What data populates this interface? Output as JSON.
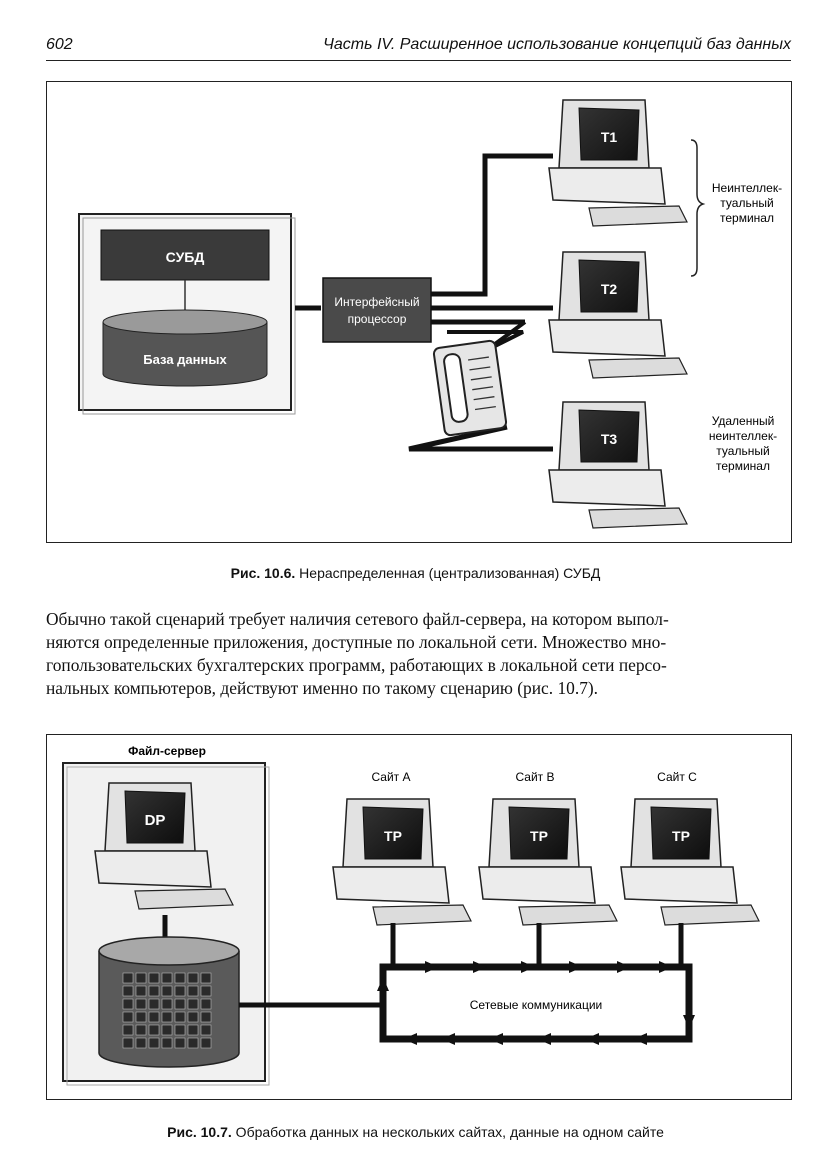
{
  "header": {
    "page_number": "602",
    "running_title": "Часть IV. Расширенное использование концепций баз данных"
  },
  "figure1": {
    "dbms_label": "СУБД",
    "database_label": "База данных",
    "interface_processor_line1": "Интерфейсный",
    "interface_processor_line2": "процессор",
    "terminals": [
      "T1",
      "T2",
      "T3"
    ],
    "dumb_terminal_label": [
      "Неинтеллек-",
      "туальный",
      "терминал"
    ],
    "remote_terminal_label": [
      "Удаленный",
      "неинтеллек-",
      "туальный",
      "терминал"
    ],
    "caption_number": "Рис. 10.6.",
    "caption_text": " Нераспределенная (централизованная) СУБД"
  },
  "paragraph": {
    "lines": [
      "Обычно такой сценарий требует наличия сетевого файл-сервера, на котором выпол-",
      "няются определенные приложения, доступные по локальной сети. Множество мно-",
      "гопользовательских бухгалтерских программ, работающих в локальной сети персо-",
      "нальных компьютеров, действуют именно по такому сценарию (рис. 10.7)."
    ]
  },
  "figure2": {
    "file_server_label": "Файл-сервер",
    "server_screen": "DP",
    "sites": [
      {
        "label": "Сайт A",
        "screen": "TP"
      },
      {
        "label": "Сайт B",
        "screen": "TP"
      },
      {
        "label": "Сайт C",
        "screen": "TP"
      }
    ],
    "network_label": "Сетевые коммуникации",
    "caption_number": "Рис. 10.7.",
    "caption_text": " Обработка данных на нескольких сайтах, данные на одном сайте"
  }
}
